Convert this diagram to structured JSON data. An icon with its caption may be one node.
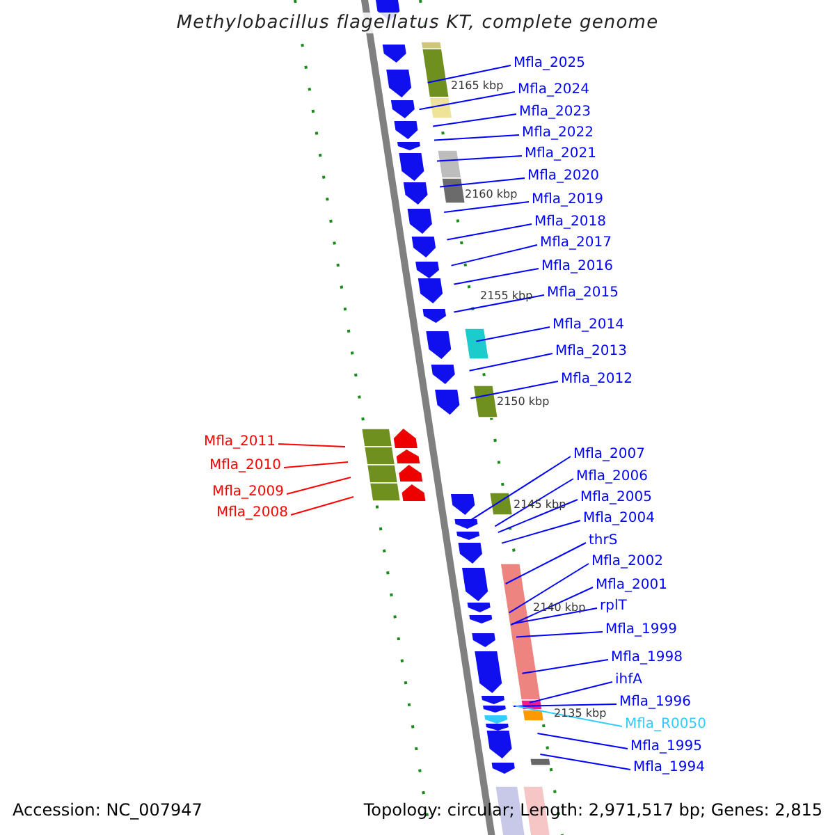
{
  "diagram": {
    "title": "Methylobacillus flagellatus KT, complete genome",
    "nodes": [
      {
        "text": [
          "Mfla_2025"
        ]
      },
      {
        "text": [
          "Mfla_2024"
        ]
      },
      {
        "text": [
          "Mfla_2023"
        ]
      },
      {
        "text": [
          "Mfla_2022"
        ]
      },
      {
        "text": [
          "Mfla_2021"
        ]
      },
      {
        "text": [
          "Mfla_2020"
        ]
      },
      {
        "text": [
          "Mfla_2019"
        ]
      },
      {
        "text": [
          "Mfla_2018"
        ]
      },
      {
        "text": [
          "Mfla_2017"
        ]
      },
      {
        "text": [
          "Mfla_2016"
        ]
      },
      {
        "text": [
          "Mfla_2015"
        ]
      },
      {
        "text": [
          "Mfla_2014"
        ]
      },
      {
        "text": [
          "Mfla_2013"
        ]
      },
      {
        "text": [
          "Mfla_2012"
        ]
      },
      {
        "text": [
          "Mfla_2011"
        ]
      },
      {
        "text": [
          "Mfla_2010"
        ]
      },
      {
        "text": [
          "Mfla_2009"
        ]
      },
      {
        "text": [
          "Mfla_2008"
        ]
      },
      {
        "text": [
          "Mfla_2007"
        ]
      },
      {
        "text": [
          "Mfla_2006"
        ]
      },
      {
        "text": [
          "Mfla_2005"
        ]
      },
      {
        "text": [
          "Mfla_2004"
        ]
      },
      {
        "text": [
          "thrS"
        ]
      },
      {
        "text": [
          "Mfla_2002"
        ]
      },
      {
        "text": [
          "Mfla_2001"
        ]
      },
      {
        "text": [
          "rplT"
        ]
      },
      {
        "text": [
          "Mfla_1999"
        ]
      },
      {
        "text": [
          "Mfla_1998"
        ]
      },
      {
        "text": [
          "ihfA"
        ]
      },
      {
        "text": [
          "Mfla_1996"
        ]
      },
      {
        "text": [
          "Mfla_R0050"
        ]
      },
      {
        "text": [
          "Mfla_1995"
        ]
      },
      {
        "text": [
          "Mfla_1994"
        ]
      }
    ],
    "edges": [
      {
        "from": 0,
        "to": null,
        "arrow": "none"
      },
      {
        "from": 1,
        "to": null,
        "arrow": "none"
      },
      {
        "from": 2,
        "to": null,
        "arrow": "none"
      },
      {
        "from": 3,
        "to": null,
        "arrow": "none"
      },
      {
        "from": 4,
        "to": null,
        "arrow": "none"
      },
      {
        "from": 5,
        "to": null,
        "arrow": "none"
      },
      {
        "from": 6,
        "to": null,
        "arrow": "none"
      },
      {
        "from": 7,
        "to": null,
        "arrow": "none"
      },
      {
        "from": 8,
        "to": null,
        "arrow": "none"
      },
      {
        "from": 9,
        "to": null,
        "arrow": "none"
      },
      {
        "from": 10,
        "to": null,
        "arrow": "none"
      },
      {
        "from": 11,
        "to": null,
        "arrow": "none"
      },
      {
        "from": 12,
        "to": null,
        "arrow": "none"
      },
      {
        "from": 13,
        "to": null,
        "arrow": "none"
      },
      {
        "from": 14,
        "to": null,
        "arrow": "none",
        "color": "#ff0000"
      },
      {
        "from": 15,
        "to": null,
        "arrow": "none",
        "color": "#ff0000"
      },
      {
        "from": 16,
        "to": null,
        "arrow": "none",
        "color": "#ff0000"
      },
      {
        "from": 17,
        "to": null,
        "arrow": "none",
        "color": "#ff0000"
      },
      {
        "from": 18,
        "to": null,
        "arrow": "none"
      },
      {
        "from": 19,
        "to": null,
        "arrow": "none"
      },
      {
        "from": 20,
        "to": null,
        "arrow": "none"
      },
      {
        "from": 21,
        "to": null,
        "arrow": "none"
      },
      {
        "from": 22,
        "to": null,
        "arrow": "none"
      },
      {
        "from": 23,
        "to": null,
        "arrow": "none"
      },
      {
        "from": 24,
        "to": null,
        "arrow": "none"
      },
      {
        "from": 25,
        "to": null,
        "arrow": "none"
      },
      {
        "from": 26,
        "to": null,
        "arrow": "none"
      },
      {
        "from": 27,
        "to": null,
        "arrow": "none"
      },
      {
        "from": 28,
        "to": null,
        "arrow": "none"
      },
      {
        "from": 29,
        "to": null,
        "arrow": "none"
      },
      {
        "from": 30,
        "to": null,
        "arrow": "none",
        "color": "#33ccff"
      },
      {
        "from": 31,
        "to": null,
        "arrow": "none"
      },
      {
        "from": 32,
        "to": null,
        "arrow": "none"
      }
    ],
    "labels": [
      "2165 kbp",
      "2160 kbp",
      "2155 kbp",
      "2150 kbp",
      "2145 kbp",
      "2140 kbp",
      "2135 kbp",
      "Accession: NC_007947",
      "Topology: circular; Length: 2,971,517 bp; Genes: 2,815"
    ]
  }
}
